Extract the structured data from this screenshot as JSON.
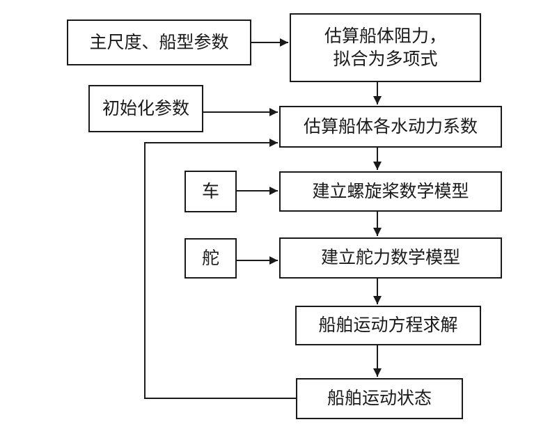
{
  "diagram": {
    "nodes": {
      "main_dims": {
        "label": "主尺度、船型参数"
      },
      "resistance": {
        "lines": [
          "估算船体阻力，",
          "拟合为多项式"
        ]
      },
      "init_params": {
        "label": "初始化参数"
      },
      "hydro_coeff": {
        "label": "估算船体各水动力系数"
      },
      "engine": {
        "label": "车"
      },
      "propeller_model": {
        "label": "建立螺旋桨数学模型"
      },
      "rudder": {
        "label": "舵"
      },
      "rudder_model": {
        "label": "建立舵力数学模型"
      },
      "motion_solve": {
        "label": "船舶运动方程求解"
      },
      "motion_state": {
        "label": "船舶运动状态"
      }
    },
    "colors": {
      "stroke": "#1a1a1a",
      "background": "#ffffff"
    }
  }
}
